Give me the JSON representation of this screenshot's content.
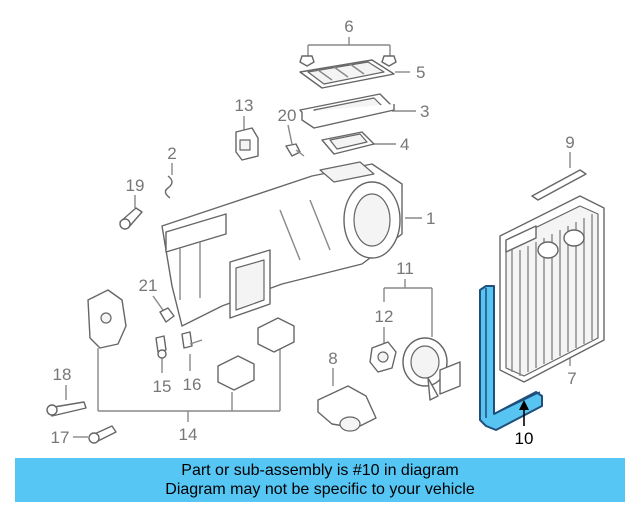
{
  "callouts": {
    "n1": "1",
    "n2": "2",
    "n3": "3",
    "n4": "4",
    "n5": "5",
    "n6": "6",
    "n7": "7",
    "n8": "8",
    "n9": "9",
    "n10": "10",
    "n11": "11",
    "n12": "12",
    "n13": "13",
    "n14": "14",
    "n15": "15",
    "n16": "16",
    "n17": "17",
    "n18": "18",
    "n19": "19",
    "n20": "20",
    "n21": "21"
  },
  "banner": {
    "line1": "Part or sub-assembly is #10 in diagram",
    "line2": "Diagram may not be specific to your vehicle"
  },
  "colors": {
    "highlight": "#58c4f2",
    "banner_bg": "#56c6f5"
  }
}
